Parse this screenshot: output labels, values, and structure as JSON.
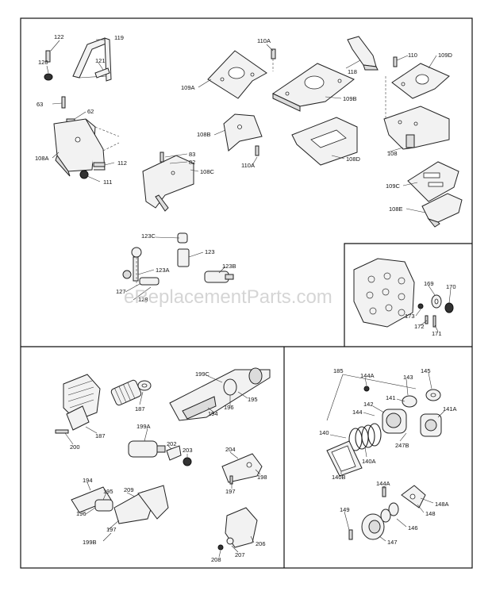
{
  "watermark": "eReplacementParts.com",
  "labels": {
    "p122": "122",
    "p119": "119",
    "p120": "120",
    "p121": "121",
    "p63": "63",
    "p62": "62",
    "p108a": "108A",
    "p112": "112",
    "p111": "111",
    "p110a_top": "110A",
    "p109a": "109A",
    "p118": "118",
    "p109b": "109B",
    "p110": "110",
    "p109d": "109D",
    "p108b": "108B",
    "p83": "83",
    "p82": "82",
    "p108c": "108C",
    "p110a_mid": "110A",
    "p108d": "108D",
    "p108": "108",
    "p109c": "109C",
    "p108e": "108E",
    "p123c": "123C",
    "p123": "123",
    "p123a": "123A",
    "p123b": "123B",
    "p127": "127",
    "p128": "128",
    "p169": "169",
    "p170": "170",
    "p173": "173",
    "p172": "172",
    "p171": "171",
    "p187a": "187",
    "p187b": "187",
    "p200": "200",
    "p199c": "199C",
    "p195a": "195",
    "p196a": "196",
    "p194a": "194",
    "p199a": "199A",
    "p202": "202",
    "p203": "203",
    "p204": "204",
    "p198": "198",
    "p197a": "197",
    "p194b": "194",
    "p195b": "195",
    "p209": "209",
    "p196b": "196",
    "p197b": "197",
    "p199b": "199B",
    "p206": "206",
    "p208": "208",
    "p207": "207",
    "p185": "185",
    "p144a_top": "144A",
    "p145": "145",
    "p143": "143",
    "p141": "141",
    "p142": "142",
    "p141a": "141A",
    "p144": "144",
    "p140": "140",
    "p247b": "247B",
    "p140a": "140A",
    "p140b": "140B",
    "p144a_bot": "144A",
    "p148a": "148A",
    "p148": "148",
    "p149": "149",
    "p146": "146",
    "p147": "147"
  }
}
